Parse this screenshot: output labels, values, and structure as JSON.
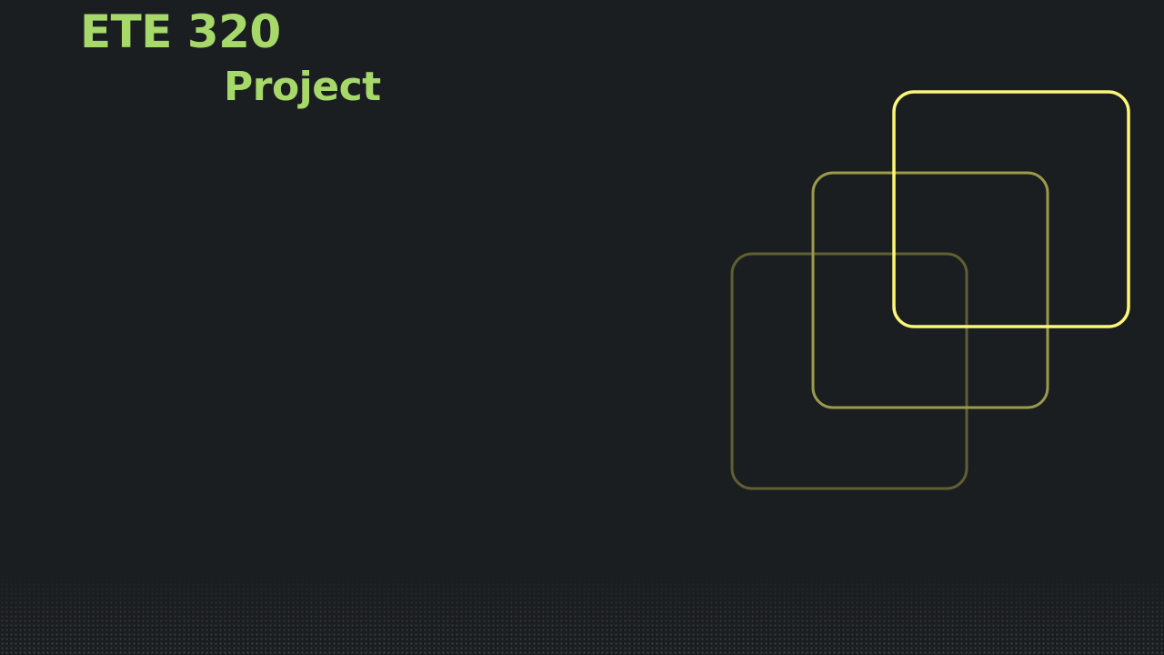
{
  "slide": {
    "title_line_1": "ETE 320",
    "title_line_2": "Project"
  },
  "decoration": {
    "squares": [
      {
        "name": "outline-square-back",
        "color": "#5f5f33"
      },
      {
        "name": "outline-square-middle",
        "color": "#9a9a4a"
      },
      {
        "name": "outline-square-front",
        "color": "#fbf57a"
      }
    ],
    "title_color": "#a6d86a",
    "background_color": "#1b1e20"
  }
}
